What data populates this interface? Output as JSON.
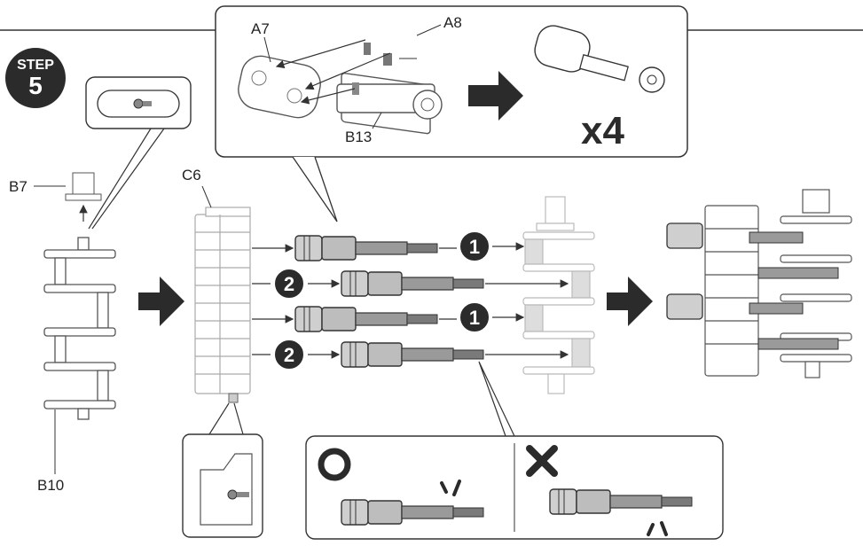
{
  "step": {
    "label": "STEP",
    "number": "5"
  },
  "parts": {
    "a7": "A7",
    "a8": "A8",
    "b13": "B13",
    "b7": "B7",
    "b10": "B10",
    "c6": "C6"
  },
  "multiplier": "x4",
  "markers": {
    "one": "1",
    "two": "2"
  },
  "colors": {
    "dark": "#333333",
    "mid": "#8c8c8c",
    "light": "#d9d9d9",
    "badge": "#2b2b2b"
  }
}
